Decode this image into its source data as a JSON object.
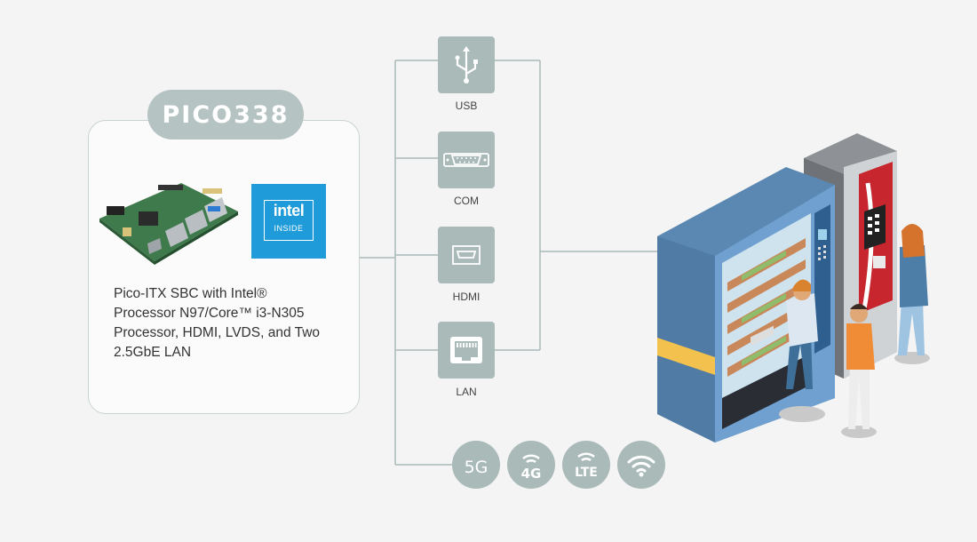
{
  "product": {
    "name": "PICO338",
    "description_lines": [
      "Pico-ITX SBC with Intel®",
      "Processor N97/Core™ i3-N305",
      "Processor, HDMI, LVDS, and Two",
      "2.5GbE LAN"
    ]
  },
  "intel_badge": {
    "word": "intel",
    "sub": "INSIDE"
  },
  "ports": [
    {
      "label": "USB",
      "icon": "usb-icon"
    },
    {
      "label": "COM",
      "icon": "serial-port-icon"
    },
    {
      "label": "HDMI",
      "icon": "hdmi-icon"
    },
    {
      "label": "LAN",
      "icon": "ethernet-port-icon"
    }
  ],
  "wireless": [
    {
      "label": "5G",
      "icon": "5g-icon"
    },
    {
      "label": "4G",
      "icon": "4g-icon"
    },
    {
      "label": "LTE",
      "icon": "lte-icon"
    },
    {
      "label": "",
      "icon": "wifi-icon"
    }
  ],
  "colors": {
    "background": "#f4f4f4",
    "accent_gray": "#a9bab9",
    "pill": "#b5c3c2",
    "intel_blue": "#1f9bd9",
    "line": "#a9bab9"
  }
}
